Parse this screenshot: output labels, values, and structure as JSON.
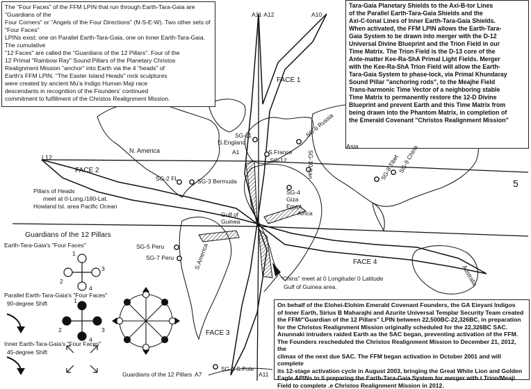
{
  "box_top_left": {
    "lines": [
      "The \"Four Faces\" of the FFM LPIN that run through Earth-Tara-Gaia are \"Guardians of the",
      "Four Corners\" or \"Angels of the Four Directions\" (N-S-E-W). Two other sets of \"Four Faces\"",
      "LPINs exist; one on Parallel Earth-Tara-Gaia, one on Inner Earth-Tara-Gaia. The cumulative",
      "\"12 Faces\" are called the \"Guardians of the 12 Pillars\". Four of the",
      "12 Primal \"Rainbow Ray\" Sound Pillars of the Planetary Christos",
      "Realignment Mission \"anchor\" into Earth via the 4 \"heads\" of",
      "Earth's FFM LPIN. \"The Easter Island Heads\" rock sculptures",
      " were created by ancient Mu'a Indigo Human Maji race",
      "descendants in recognition of the Founders' continued",
      "commitment to fulfillment of the Christos Realignment Mission."
    ]
  },
  "box_top_right": {
    "lines": [
      "Tara-Gaia Planetary Shields to the Axi-B-tor   Lines",
      "of the Parallel Earth-Tara-Gaia Shields and the",
      "Axi-C-tonal Lines of Inner Earth-Tara-Gaia Shields.",
      "When activated, the FFM LPIN allows the Earth-Tara-",
      "Gaia System to be drawn into merger with the D-12",
      "Universal Divine Blueprint and the Trion Field in our",
      "Time Matrix. The Trion Field is the D-13 core of the",
      "Ante-matter Kee-Ra-ShA Primal Light Fields. Merger",
      "with the Kee-Ra-ShA Trion Field will allow the Earth-",
      "Tara-Gaia System to phase-lock, via Primal Khundaray",
      "Sound Pillar \"anchoring rods\", to the Meajhe Field",
      "Trans-harmonic Time Vector of a neighboring stable",
      "Time Matrix to permanently restore the 12-D Divine",
      "Blueprint and prevent Earth and this Time Matrix from",
      "being drawn into the Phantom Matrix, in completion of",
      "the Emerald Covenant \"Christos Realignment Mission\""
    ]
  },
  "box_bottom_right": {
    "lines": [
      "On behalf of the Elohei-Elohim Emerald Covenant Founders, the GA Eieyani Indigos",
      "of Inner Earth, Sirius B Maharajhi and Azurite Universal Templar Security Team created",
      "the FFM/\"Guardian of the 12 Pillars\" LPIN between 22,500BC-22,326BC, in preparation",
      "for the Christos Realignment Mission originally scheduled for the 22,326BC SAC.",
      "Anunnaki intruders raided Earth as the SAC began, preventing activation of the FFM.",
      "The Founders rescheduled the Christos Realignment Mission to December 21, 2012, the",
      "climax of the next due SAC. The FFM began activation in October 2001 and will complete",
      "its 12-stage activation cycle in August 2003, bringing the Great White Lion and Golden",
      "Eagle APINs to li  preparing the Earth-Tara-Gaia System for merger with t   Trion/Meaji",
      "Field to complete  .e Christos Realignment Mission in 2012."
    ]
  },
  "labels": {
    "a11_a12": "A11·A12",
    "a10": "A10",
    "face1": "FACE 1",
    "face2": "FACE 2",
    "face3": "FACE 3",
    "face4": "FACE 4",
    "l12": "L12",
    "n_america": "N. America",
    "asia": "Asia",
    "sg11": "SG-11",
    "s_england": "S.England",
    "a1": "A1",
    "s_france": "S.France",
    "sg12": "SG-12",
    "sg6_russia": "SG-6 Russia",
    "sg10_iran": "SG-10 Iran",
    "sg8_tibet": "SG-8 Tibet",
    "sg9_china": "SG-9 China",
    "sg2_fl": "SG-2 FL",
    "sg3_bermuda": "SG-3 Bermuda",
    "sg4_giza": "SG-4",
    "giza": "Giza",
    "egypt": "Egypt",
    "africa": "Africa",
    "pillars_1": "Pillars of Heads",
    "pillars_2": "meet at 0-Long./180-Lat.",
    "pillars_3": "Howland Isl. area Pacific Ocean",
    "gulf_1": "Gulf of",
    "gulf_2": "Guinea",
    "guardians_title": "Guardians of the 12 Pillars",
    "sg5_peru": "SG-5 Peru",
    "sg7_peru": "SG-7 Peru",
    "s_america": "S.America",
    "australia": "Australia",
    "chins_1": "\"Chins\" meet at 0 Longitude/ 0 Latitude",
    "chins_2": "Gulf of Guinea area.",
    "sg1_spole": "SG-1 S.Pole",
    "a7": "A7",
    "a11": "A11",
    "five": "5",
    "guardians_bottom": "Guardians of the 12 Pillars"
  },
  "legend": {
    "earth_title": "Earth-Tara-Gaia's \"Four Faces\"",
    "parallel_title": "Parallel Earth-Tara-Gaia's \"Four Faces\"",
    "parallel_shift": "90-degree Shift",
    "inner_title": "Inner Earth-Tara-Gaia's \"Four Faces\"",
    "inner_shift": "45-degree Shift",
    "n1": "1",
    "n2": "2",
    "n3": "3",
    "n4": "4",
    "p1": "1",
    "p2": "2",
    "p3": "3",
    "p4": "4"
  },
  "colors": {
    "ink": "#111111",
    "paper": "#ffffff"
  }
}
